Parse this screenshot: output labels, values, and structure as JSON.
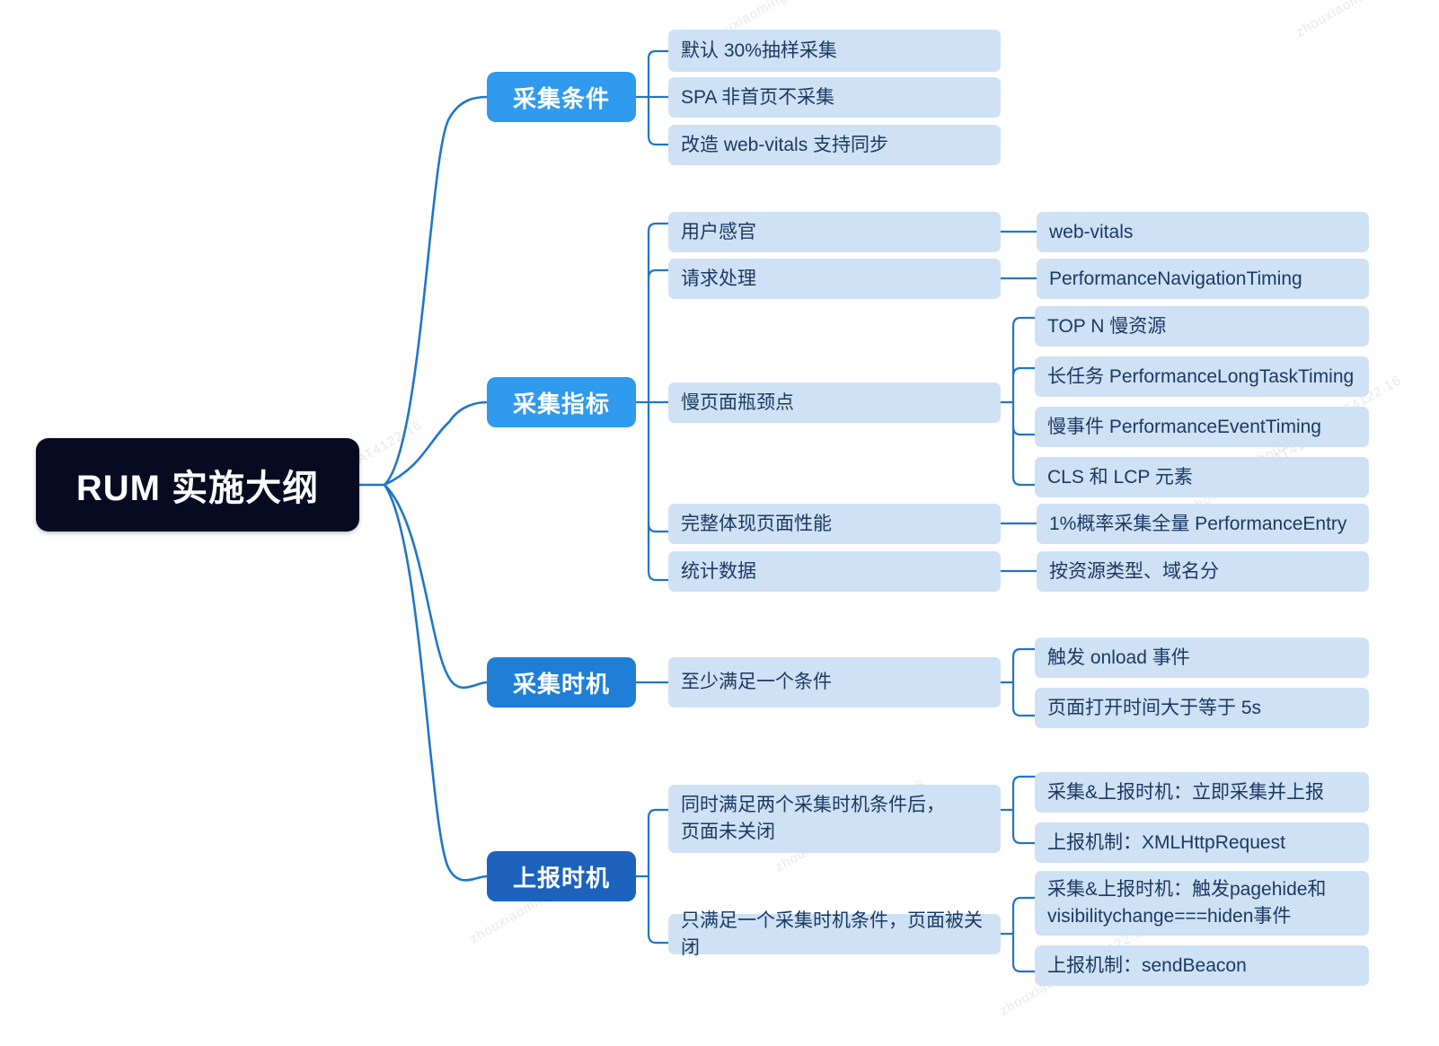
{
  "diagram": {
    "type": "mindmap",
    "title": "RUM 实施大纲",
    "root": {
      "label": "RUM 实施大纲",
      "color": "#070a20",
      "text_color": "#ffffff"
    },
    "colors": {
      "branch_light": "#2f9aee",
      "branch_mid": "#1f7fd6",
      "branch_dark": "#1d63bd",
      "leaf_bg": "#cfe1f5",
      "leaf_text": "#1b3a63",
      "connector": "#2176c7"
    },
    "branches": [
      {
        "label": "采集条件",
        "color": "#2f9aee",
        "children": [
          {
            "label": "默认 30%抽样采集",
            "children": []
          },
          {
            "label": "SPA 非首页不采集",
            "children": []
          },
          {
            "label": "改造 web-vitals 支持同步",
            "children": []
          }
        ]
      },
      {
        "label": "采集指标",
        "color": "#2f9aee",
        "children": [
          {
            "label": "用户感官",
            "children": [
              {
                "label": "web-vitals"
              }
            ]
          },
          {
            "label": "请求处理",
            "children": [
              {
                "label": "PerformanceNavigationTiming"
              }
            ]
          },
          {
            "label": "慢页面瓶颈点",
            "children": [
              {
                "label": "TOP N 慢资源"
              },
              {
                "label": "长任务 PerformanceLongTaskTiming"
              },
              {
                "label": "慢事件 PerformanceEventTiming"
              },
              {
                "label": "CLS 和 LCP 元素"
              }
            ]
          },
          {
            "label": "完整体现页面性能",
            "children": [
              {
                "label": "1%概率采集全量 PerformanceEntry"
              }
            ]
          },
          {
            "label": "统计数据",
            "children": [
              {
                "label": "按资源类型、域名分"
              }
            ]
          }
        ]
      },
      {
        "label": "采集时机",
        "color": "#1f7fd6",
        "children": [
          {
            "label": "至少满足一个条件",
            "children": [
              {
                "label": "触发 onload 事件"
              },
              {
                "label": "页面打开时间大于等于 5s"
              }
            ]
          }
        ]
      },
      {
        "label": "上报时机",
        "color": "#1d63bd",
        "children": [
          {
            "label_lines": [
              "同时满足两个采集时机条件后，",
              "页面未关闭"
            ],
            "children": [
              {
                "label": "采集&上报时机：立即采集并上报"
              },
              {
                "label": "上报机制：XMLHttpRequest"
              }
            ]
          },
          {
            "label": "只满足一个采集时机条件，页面被关闭",
            "children": [
              {
                "label_lines": [
                  "采集&上报时机：触发pagehide和",
                  "visibilitychange===hiden事件"
                ]
              },
              {
                "label": "上报机制：sendBeacon"
              }
            ]
          }
        ]
      }
    ]
  },
  "nodes": {
    "root": "RUM 实施大纲",
    "b1": "采集条件",
    "b1c1": "默认 30%抽样采集",
    "b1c2": "SPA 非首页不采集",
    "b1c3": "改造 web-vitals 支持同步",
    "b2": "采集指标",
    "b2c1": "用户感官",
    "b2c1g1": "web-vitals",
    "b2c2": "请求处理",
    "b2c2g1": "PerformanceNavigationTiming",
    "b2c3": "慢页面瓶颈点",
    "b2c3g1": "TOP N 慢资源",
    "b2c3g2": "长任务 PerformanceLongTaskTiming",
    "b2c3g3": "慢事件 PerformanceEventTiming",
    "b2c3g4": "CLS 和 LCP 元素",
    "b2c4": "完整体现页面性能",
    "b2c4g1": "1%概率采集全量 PerformanceEntry",
    "b2c5": "统计数据",
    "b2c5g1": "按资源类型、域名分",
    "b3": "采集时机",
    "b3c1": "至少满足一个条件",
    "b3c1g1": "触发 onload 事件",
    "b3c1g2": "页面打开时间大于等于 5s",
    "b4": "上报时机",
    "b4c1_l1": "同时满足两个采集时机条件后，",
    "b4c1_l2": "页面未关闭",
    "b4c1g1": "采集&上报时机：立即采集并上报",
    "b4c1g2": "上报机制：XMLHttpRequest",
    "b4c2": "只满足一个采集时机条件，页面被关闭",
    "b4c2g1_l1": "采集&上报时机：触发pagehide和",
    "b4c2g1_l2": "visibilitychange===hiden事件",
    "b4c2g2": "上报机制：sendBeacon"
  },
  "watermark": {
    "text": "zhouxiaoming AT4122.16"
  }
}
